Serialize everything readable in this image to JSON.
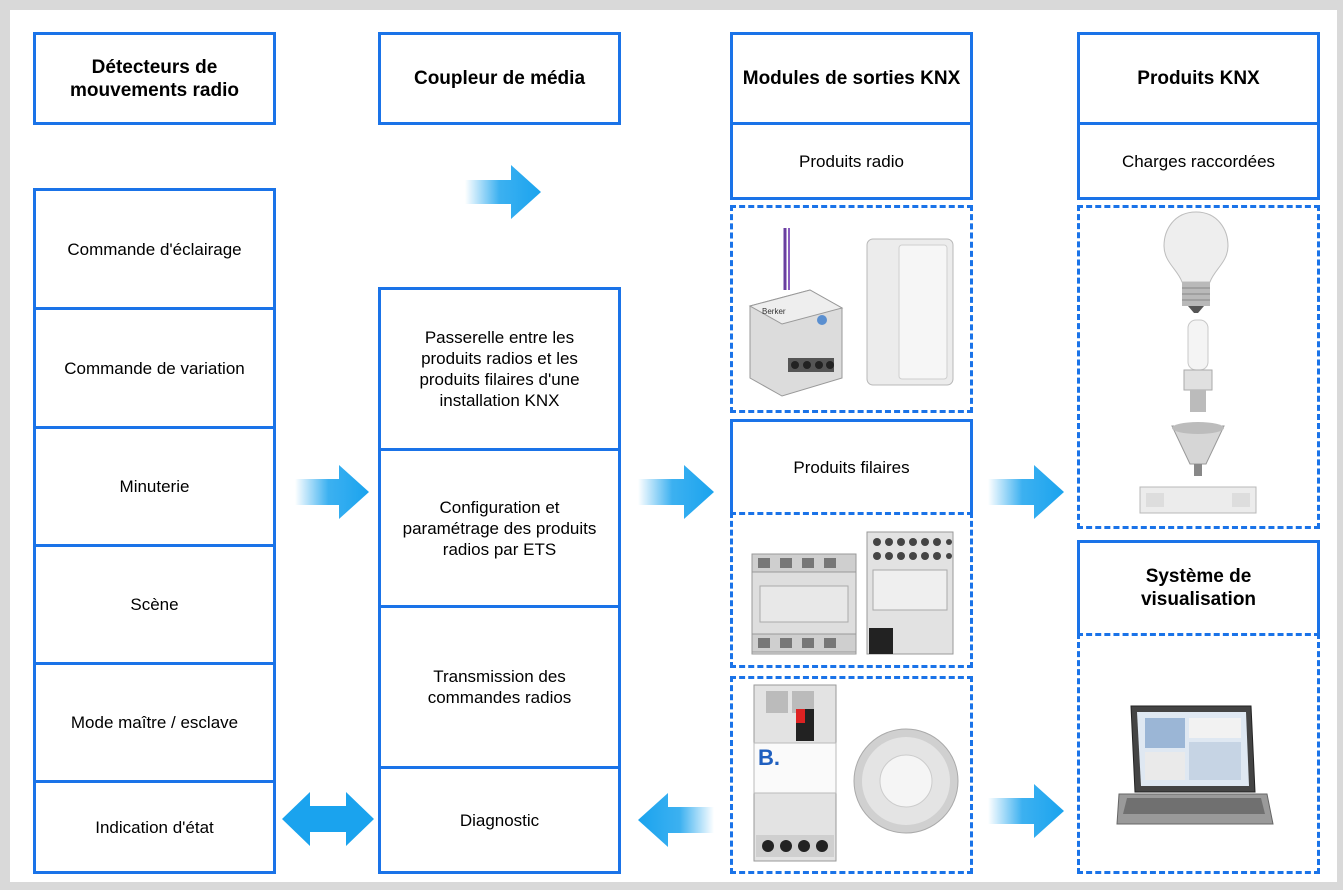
{
  "columns": {
    "detectors": {
      "title": "Détecteurs de mouvements radio",
      "items": [
        "Commande d'éclairage",
        "Commande de variation",
        "Minuterie",
        "Scène",
        "Mode maître / esclave",
        "Indication d'état"
      ]
    },
    "coupler": {
      "title": "Coupleur de média",
      "items": [
        "Passerelle entre les produits radios et les produits filaires d'une installation KNX",
        "Configuration et paramétrage des produits radios par ETS",
        "Transmission des commandes radios",
        "Diagnostic"
      ]
    },
    "modules": {
      "title": "Modules de sorties KNX",
      "radio_label": "Produits radio",
      "wired_label": "Produits filaires"
    },
    "knx": {
      "title": "Produits KNX",
      "loads_label": "Charges raccordées",
      "visu_title": "Système de visualisation"
    }
  },
  "device_labels": {
    "brand": "Berker",
    "logo_letter": "B."
  },
  "colors": {
    "border": "#1a73e8",
    "arrow": "#1aa3ee",
    "frame": "#d9d9d9"
  }
}
